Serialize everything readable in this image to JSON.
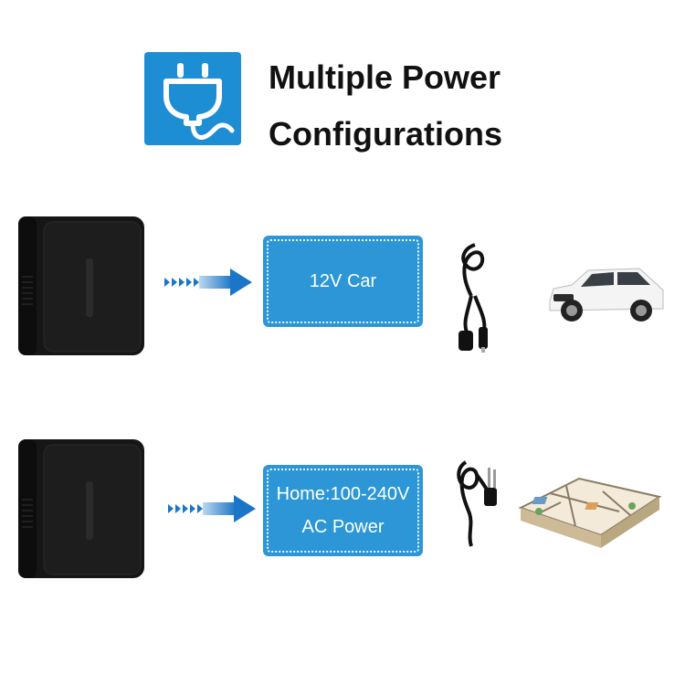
{
  "header": {
    "icon": "plug-icon",
    "title": "Multiple Power\nConfigurations"
  },
  "colors": {
    "accent_blue": "#1e8ed4",
    "box_blue": "#2c96d6",
    "fridge": "#161616",
    "arrow_light": "#bcd7ef",
    "arrow_dark": "#1b76c8"
  },
  "rows": [
    {
      "product": "mini-fridge",
      "label_lines": [
        "12V Car"
      ],
      "cable": "car-charger-cable",
      "destination": "white-suv-car"
    },
    {
      "product": "mini-fridge",
      "label_lines": [
        "Home:100-240V",
        "AC Power"
      ],
      "cable": "ac-power-cable",
      "destination": "home-floorplan"
    }
  ]
}
